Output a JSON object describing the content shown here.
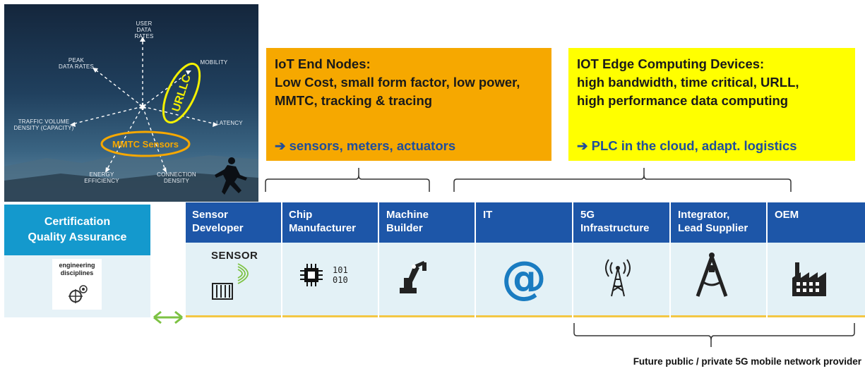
{
  "hero": {
    "labels": {
      "user_data_rates": [
        "USER",
        "DATA RATES"
      ],
      "peak_data_rates": [
        "PEAK",
        "DATA RATES"
      ],
      "mobility": "MOBILITY",
      "latency": "LATENCY",
      "traffic_volume": [
        "TRAFFIC VOLUME",
        "DENSITY (CAPACITY)"
      ],
      "energy_efficiency": [
        "ENERGY",
        "EFFICIENCY"
      ],
      "connection_density": [
        "CONNECTION",
        "DENSITY"
      ]
    },
    "urllc": "URLLC",
    "mmtc": "MMTC Sensors"
  },
  "iot_end_nodes": {
    "lines": [
      "IoT End Nodes:",
      "Low Cost, small form factor, low power,",
      "MMTC, tracking & tracing"
    ],
    "arrow_text": "➔ sensors, meters, actuators"
  },
  "iot_edge": {
    "lines": [
      "IOT Edge Computing Devices:",
      "high bandwidth, time critical, URLL,",
      "high performance data computing"
    ],
    "arrow_text": "➔ PLC in the cloud, adapt. logistics"
  },
  "certification": {
    "title_lines": [
      "Certification",
      "Quality Assurance"
    ],
    "engineering": [
      "engineering",
      "disciplines"
    ]
  },
  "columns": [
    {
      "label": [
        "Sensor",
        "Developer"
      ],
      "icon": "sensor-icon",
      "icon_text": "SENSOR"
    },
    {
      "label": [
        "Chip",
        "Manufacturer"
      ],
      "icon": "chip-icon",
      "icon_text": [
        "101",
        "010"
      ]
    },
    {
      "label": [
        "Machine",
        "Builder"
      ],
      "icon": "robot-arm-icon"
    },
    {
      "label": [
        "IT",
        ""
      ],
      "icon": "at-icon",
      "icon_text": "@"
    },
    {
      "label": [
        "5G",
        "Infrastructure"
      ],
      "icon": "antenna-icon"
    },
    {
      "label": [
        "Integrator,",
        "Lead Supplier"
      ],
      "icon": "compass-icon"
    },
    {
      "label": [
        "OEM",
        ""
      ],
      "icon": "factory-icon"
    }
  ],
  "footer_label": "Future public / private 5G mobile network provider",
  "colors": {
    "orange": "#f6a800",
    "yellow": "#ffff00",
    "band_blue": "#1d56a8",
    "cert_blue": "#1499cd",
    "arrow_text": "#1f4e9c",
    "at_blue": "#1a7cc1",
    "double_arrow": "#7dc243"
  }
}
